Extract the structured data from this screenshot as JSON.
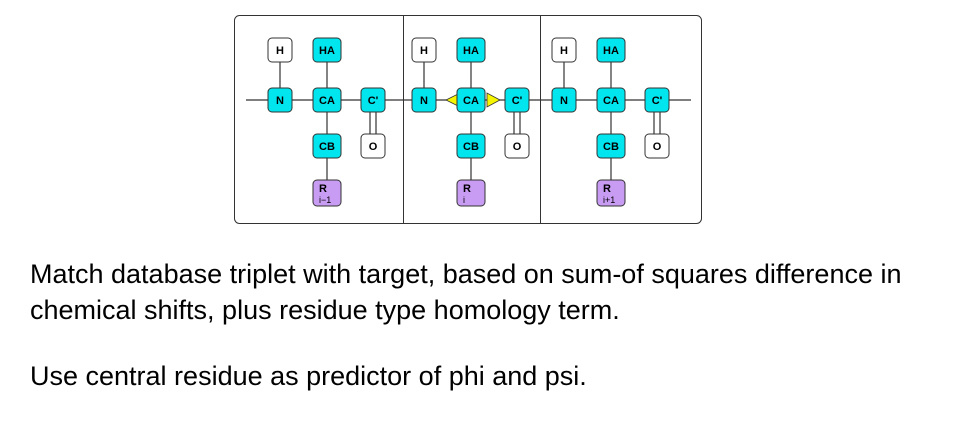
{
  "diagram": {
    "colors": {
      "backbone": "#00e5ee",
      "sidechain": "#c89cf2",
      "plain": "#ffffff",
      "highlight": "#f5f500",
      "stroke": "#333333"
    },
    "residues": [
      {
        "H": "H",
        "HA": "HA",
        "N": "N",
        "CA": "CA",
        "C": "C'",
        "CB": "CB",
        "O": "O",
        "R": "R",
        "R_sub": "i−1"
      },
      {
        "H": "H",
        "HA": "HA",
        "N": "N",
        "CA": "CA",
        "C": "C'",
        "CB": "CB",
        "O": "O",
        "R": "R",
        "R_sub": "i"
      },
      {
        "H": "H",
        "HA": "HA",
        "N": "N",
        "CA": "CA",
        "C": "C'",
        "CB": "CB",
        "O": "O",
        "R": "R",
        "R_sub": "i+1"
      }
    ]
  },
  "text": {
    "paragraph1": "Match database triplet with target, based on sum-of squares difference in chemical shifts, plus residue type homology term.",
    "paragraph2": "Use central residue as predictor of phi and psi."
  }
}
